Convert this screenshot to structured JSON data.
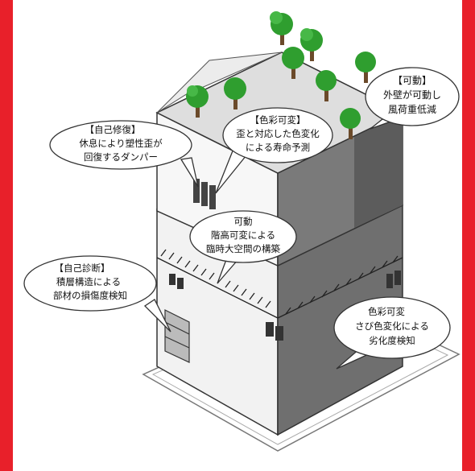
{
  "colors": {
    "frame": "#e8202a",
    "paper": "#ffffff",
    "wall_front": "#f2f2f2",
    "wall_side": "#6f6f6f",
    "roof": "#dedede",
    "tree_foliage": "#2f9e2f",
    "tree_trunk": "#6b4a2a",
    "outline": "#333333"
  },
  "callouts": {
    "movable_facade": {
      "lines": [
        "【可動】",
        "外壁が可動し",
        "風荷重低減"
      ]
    },
    "color_change_top": {
      "lines": [
        "【色彩可変】",
        "歪と対応した色変化",
        "による寿命予測"
      ]
    },
    "self_repair": {
      "lines": [
        "【自己修復】",
        "休息により塑性歪が",
        "回復するダンパー"
      ]
    },
    "movable_floor": {
      "lines": [
        "可動",
        "階高可変による",
        "臨時大空間の構築"
      ]
    },
    "self_diagnosis": {
      "lines": [
        "【自己診断】",
        "積層構造による",
        "部材の損傷度検知"
      ]
    },
    "color_change_bottom": {
      "lines": [
        "色彩可変",
        "さび色変化による",
        "劣化度検知"
      ]
    }
  }
}
